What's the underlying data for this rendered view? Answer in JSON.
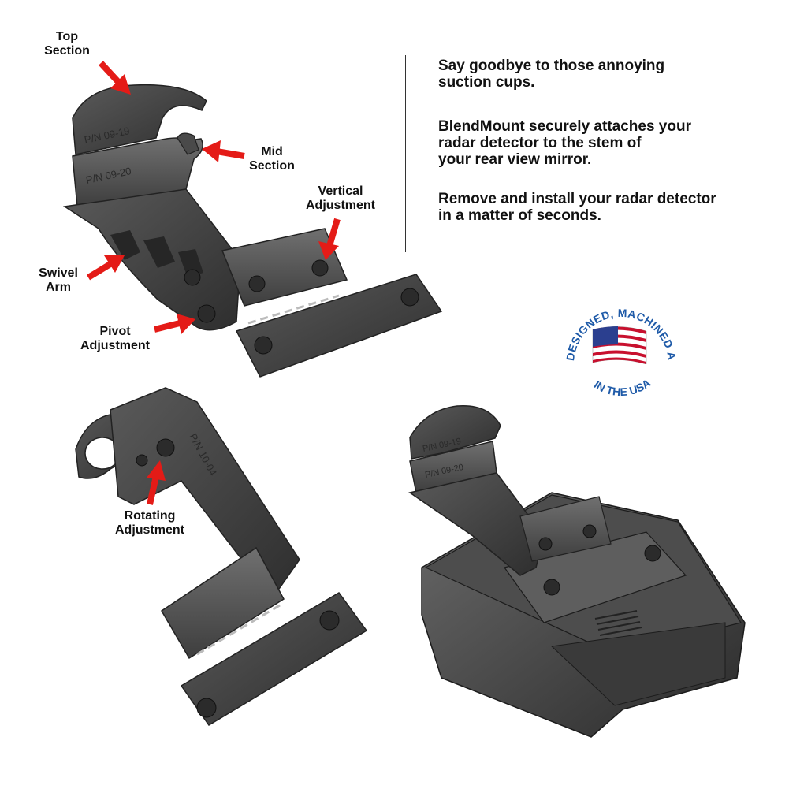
{
  "labels": {
    "top_section": [
      "Top",
      "Section"
    ],
    "mid_section": [
      "Mid",
      "Section"
    ],
    "vertical_adjustment": [
      "Vertical",
      "Adjustment"
    ],
    "swivel_arm": [
      "Swivel",
      "Arm"
    ],
    "pivot_adjustment": [
      "Pivot",
      "Adjustment"
    ],
    "rotating_adjustment": [
      "Rotating",
      "Adjustment"
    ]
  },
  "copy": {
    "p1": [
      "Say goodbye to those annoying",
      "suction cups."
    ],
    "p2": [
      "BlendMount securely attaches your",
      "radar detector to the stem of",
      "your rear view mirror."
    ],
    "p3": [
      "Remove and install your radar detector",
      "in a matter of seconds."
    ]
  },
  "part_marks": {
    "top": "P/N 09-19",
    "mid": "P/N 09-20",
    "arm": "P/N 10-04"
  },
  "badge": {
    "arc_text": "DESIGNED, MACHINED AND ASSEMBLED",
    "bottom_text": "IN THE USA"
  },
  "colors": {
    "arrow": "#e41b17",
    "part_dark": "#3b3b3b",
    "part_mid": "#555555",
    "part_light": "#6e6e6e",
    "badge_blue": "#1e5aa8",
    "flag_red": "#c8102e",
    "flag_blue": "#2b3f8f"
  }
}
